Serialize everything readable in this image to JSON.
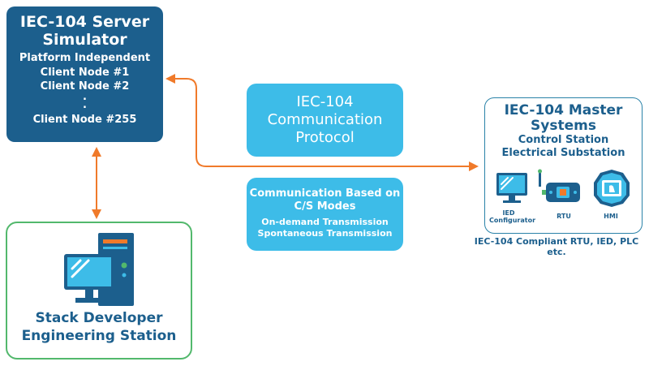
{
  "server": {
    "title_line1": "IEC-104 Server",
    "title_line2": "Simulator",
    "subtitle": "Platform Independent",
    "client1": "Client Node #1",
    "client2": "Client Node #2",
    "dot1": ".",
    "dot2": ".",
    "client_last": "Client Node #255"
  },
  "protocol": {
    "line1": "IEC-104",
    "line2": "Communication",
    "line3": "Protocol"
  },
  "modes": {
    "line1": "Communication Based on",
    "line2": "C/S Modes",
    "line3": "On-demand Transmission",
    "line4": "Spontaneous Transmission"
  },
  "master": {
    "title_line1": "IEC-104 Master",
    "title_line2": "Systems",
    "sub1": "Control Station",
    "sub2": "Electrical Substation",
    "ied_line1": "IED",
    "ied_line2": "Configurator",
    "rtu": "RTU",
    "hmi": "HMI",
    "compliant": "IEC-104 Compliant RTU, IED, PLC etc."
  },
  "developer": {
    "line1": "Stack Developer",
    "line2": "Engineering Station"
  },
  "colors": {
    "dark_blue": "#1c5f8d",
    "light_blue": "#3dbce8",
    "arrow_orange": "#f07a2a",
    "green_border": "#52b86c"
  },
  "icons": [
    "computer-icon",
    "server-tower-icon",
    "monitor-icon",
    "rtu-device-icon",
    "hmi-panel-icon",
    "bidirectional-arrow-icon"
  ]
}
